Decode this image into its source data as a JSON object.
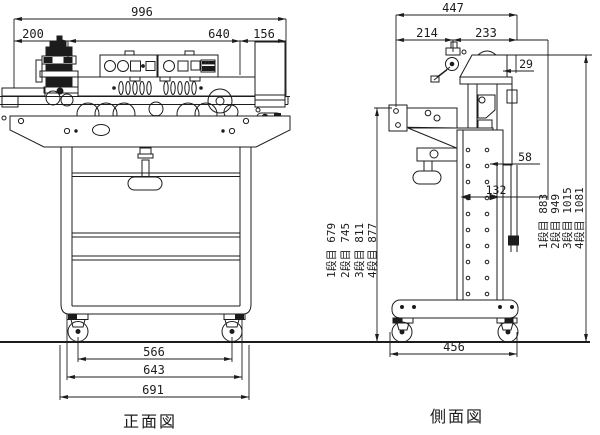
{
  "drawing_type": "machine dimensional drawing (band sealer, front and side views)",
  "colors": {
    "line": "#1c1c1c",
    "background": "#ffffff"
  },
  "front_view": {
    "label": "正面図",
    "dim_total_width": "996",
    "dim_left_section": "200",
    "dim_center_section": "640",
    "dim_right_section": "156",
    "dim_caster_span": "566",
    "dim_frame_width": "643",
    "dim_base_width": "691"
  },
  "side_view": {
    "label": "側面図",
    "dim_total_depth": "447",
    "dim_front_section": "214",
    "dim_rear_section": "233",
    "dim_head_offset": "29",
    "dim_arm_thickness": "58",
    "dim_column_depth": "132",
    "dim_base_depth": "456",
    "table_heights": [
      "1段目 679",
      "2段目 745",
      "3段目 811",
      "4段目 877"
    ],
    "overall_heights": [
      "1段目 883",
      "2段目 949",
      "3段目 1015",
      "4段目 1081"
    ]
  }
}
